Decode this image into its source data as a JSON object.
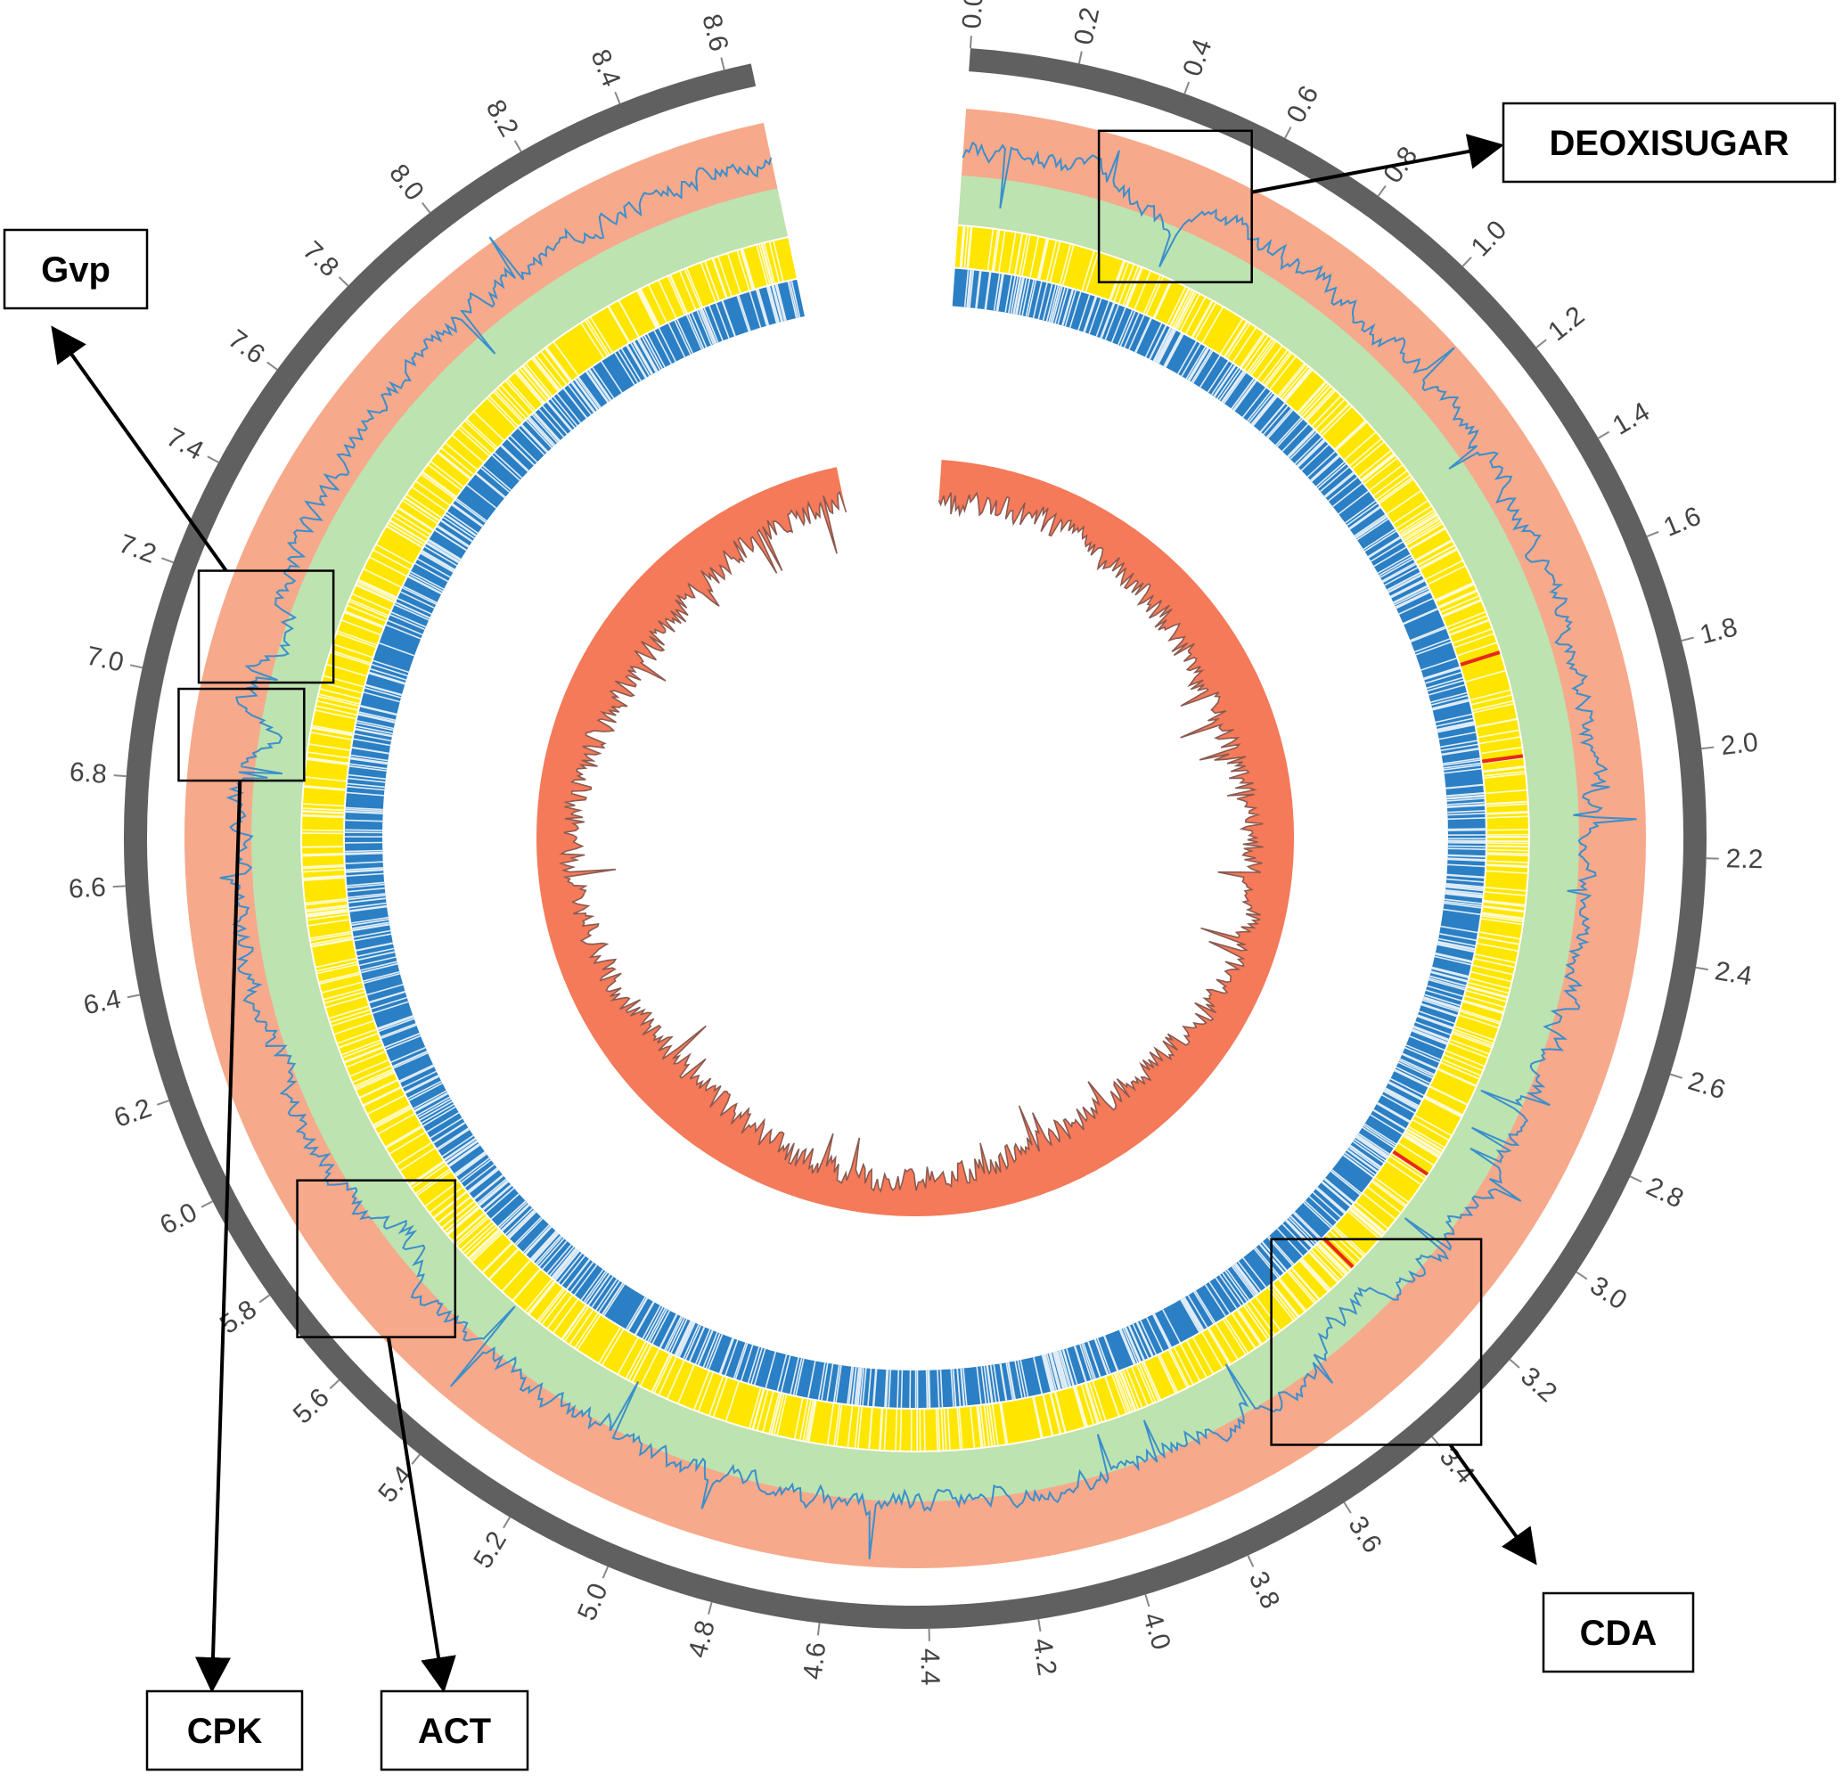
{
  "colors": {
    "backbone": "#606060",
    "tick_text": "#444444",
    "skew_positive": "#f7a98b",
    "skew_negative": "#bde3b0",
    "skew_line": "#3b8fcc",
    "gene_track_a": "#ffe600",
    "gene_track_b": "#2b7fc4",
    "highlight_mark": "#e8281c",
    "gc_fill": "#f47a5a",
    "gc_line": "#8a5a50",
    "box_outline": "#000000"
  },
  "genome": {
    "total_length": 8.75,
    "gap_start": 8.65,
    "ticks": [
      "0.0",
      "0.2",
      "0.4",
      "0.6",
      "0.8",
      "1.0",
      "1.2",
      "1.4",
      "1.6",
      "1.8",
      "2.0",
      "2.2",
      "2.4",
      "2.6",
      "2.8",
      "3.0",
      "3.2",
      "3.4",
      "3.6",
      "3.8",
      "4.0",
      "4.2",
      "4.4",
      "4.6",
      "4.8",
      "5.0",
      "5.2",
      "5.4",
      "5.6",
      "5.8",
      "6.0",
      "6.2",
      "6.4",
      "6.6",
      "6.8",
      "7.0",
      "7.2",
      "7.4",
      "7.6",
      "7.8",
      "8.0",
      "8.2",
      "8.4",
      "8.6"
    ],
    "red_marks": [
      1.72,
      1.97,
      3.0,
      3.28
    ]
  },
  "regions": [
    {
      "name": "DEOXISUGAR",
      "label": "DEOXISUGAR",
      "start": 0.33,
      "end": 0.58
    },
    {
      "name": "CDA",
      "label": "CDA",
      "start": 3.17,
      "end": 3.55
    },
    {
      "name": "ACT",
      "label": "ACT",
      "start": 5.62,
      "end": 5.85
    },
    {
      "name": "CPK",
      "label": "CPK",
      "start": 6.82,
      "end": 6.98
    },
    {
      "name": "Gvp",
      "label": "Gvp",
      "start": 7.05,
      "end": 7.22
    }
  ]
}
